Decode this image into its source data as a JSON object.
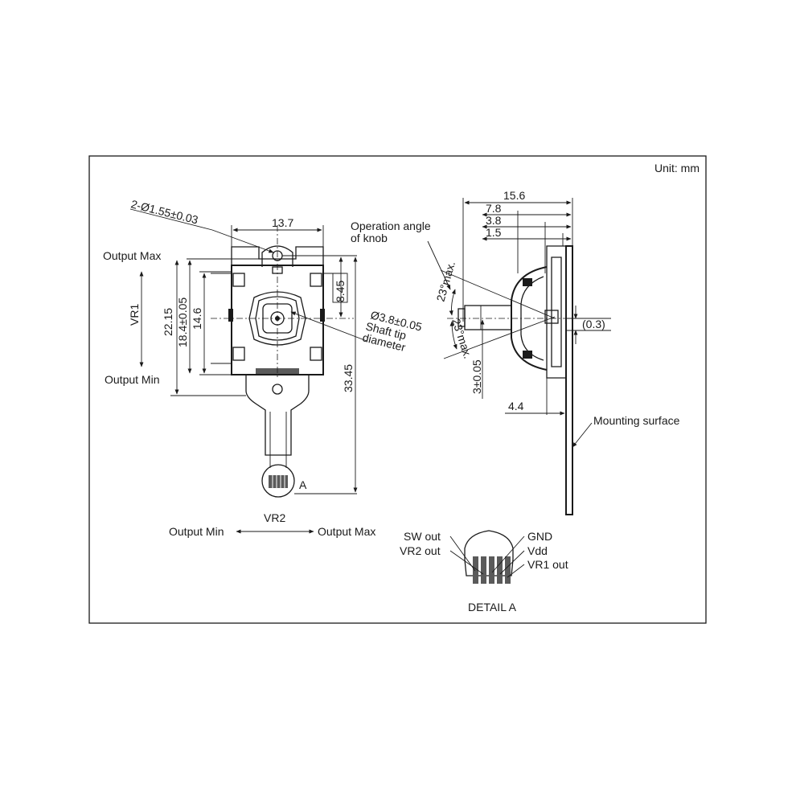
{
  "unit_label": "Unit: mm",
  "front_view": {
    "output_max": "Output Max",
    "output_min": "Output Min",
    "vr1": "VR1",
    "vr2": "VR2",
    "vr2_output_min": "Output Min",
    "vr2_output_max": "Output Max",
    "detail_marker": "A",
    "hole_callout": "2-Ø1.55±0.03",
    "shaft_tip_value": "Ø3.8±0.05",
    "shaft_tip_label_1": "Shaft tip",
    "shaft_tip_label_2": "diameter",
    "dims": {
      "width_13_7": "13.7",
      "height_22_15": "22.15",
      "height_18_4": "18.4±0.05",
      "height_14_6": "14.6",
      "height_8_45": "8.45",
      "length_33_45": "33.45"
    }
  },
  "side_view": {
    "operation_angle_1": "Operation angle",
    "operation_angle_2": "of knob",
    "angle_upper": "23°max.",
    "angle_lower": "23°max.",
    "mounting_surface": "Mounting surface",
    "dims": {
      "d_15_6": "15.6",
      "d_7_8": "7.8",
      "d_3_8": "3.8",
      "d_1_5": "1.5",
      "d_0_3": "(0.3)",
      "d_3": "3±0.05",
      "d_4_4": "4.4"
    }
  },
  "detail_a": {
    "title": "DETAIL  A",
    "pin_sw_out": "SW out",
    "pin_vr2_out": "VR2 out",
    "pin_gnd": "GND",
    "pin_vdd": "Vdd",
    "pin_vr1_out": "VR1 out"
  }
}
